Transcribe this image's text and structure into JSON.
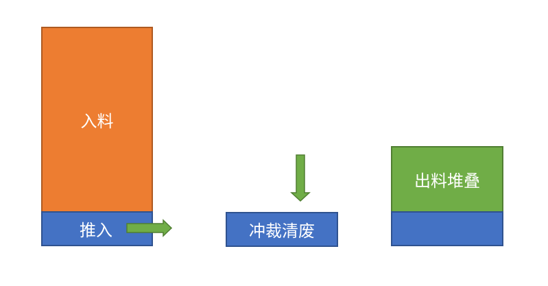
{
  "labels": {
    "feed": "入料",
    "push": "推入",
    "punch": "冲裁清废",
    "output": "出料堆叠"
  },
  "colors": {
    "orange": "#ED7D31",
    "blue": "#4472C4",
    "green": "#70AD47"
  }
}
